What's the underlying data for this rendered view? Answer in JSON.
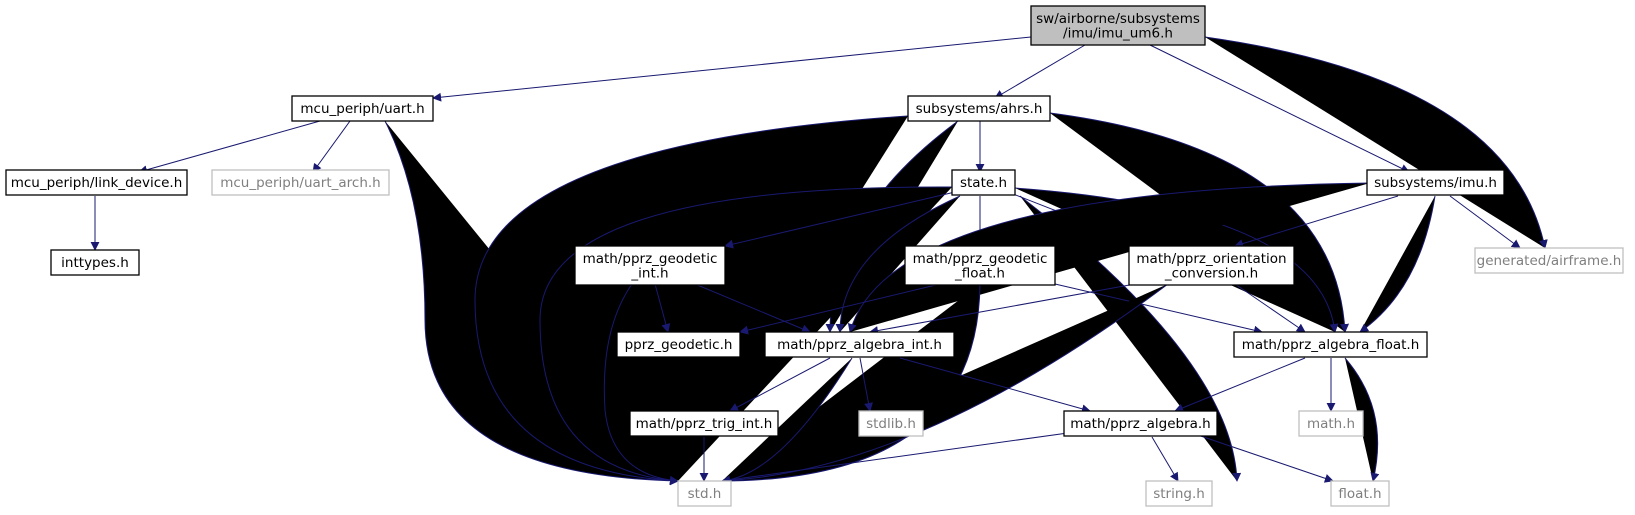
{
  "diagram": {
    "colors": {
      "edge": "#191970",
      "root_fill": "#bfbfbf",
      "node_border": "#000000",
      "external_border": "#bfbfbf",
      "external_text": "#7f7f7f",
      "text": "#000000"
    },
    "nodes": [
      {
        "id": "imu_um6",
        "label_lines": [
          "sw/airborne/subsystems",
          "/imu/imu_um6.h"
        ],
        "style": "root"
      },
      {
        "id": "uart",
        "label_lines": [
          "mcu_periph/uart.h"
        ],
        "style": "normal"
      },
      {
        "id": "ahrs",
        "label_lines": [
          "subsystems/ahrs.h"
        ],
        "style": "normal"
      },
      {
        "id": "imu",
        "label_lines": [
          "subsystems/imu.h"
        ],
        "style": "normal"
      },
      {
        "id": "airframe",
        "label_lines": [
          "generated/airframe.h"
        ],
        "style": "external"
      },
      {
        "id": "link_device",
        "label_lines": [
          "mcu_periph/link_device.h"
        ],
        "style": "normal"
      },
      {
        "id": "uart_arch",
        "label_lines": [
          "mcu_periph/uart_arch.h"
        ],
        "style": "external"
      },
      {
        "id": "inttypes",
        "label_lines": [
          "inttypes.h"
        ],
        "style": "normal"
      },
      {
        "id": "state",
        "label_lines": [
          "state.h"
        ],
        "style": "normal"
      },
      {
        "id": "geodetic_int",
        "label_lines": [
          "math/pprz_geodetic",
          "_int.h"
        ],
        "style": "normal"
      },
      {
        "id": "geodetic_float",
        "label_lines": [
          "math/pprz_geodetic",
          "_float.h"
        ],
        "style": "normal"
      },
      {
        "id": "orientation",
        "label_lines": [
          "math/pprz_orientation",
          "_conversion.h"
        ],
        "style": "normal"
      },
      {
        "id": "pprz_geodetic",
        "label_lines": [
          "pprz_geodetic.h"
        ],
        "style": "normal"
      },
      {
        "id": "algebra_int",
        "label_lines": [
          "math/pprz_algebra_int.h"
        ],
        "style": "normal"
      },
      {
        "id": "algebra_float",
        "label_lines": [
          "math/pprz_algebra_float.h"
        ],
        "style": "normal"
      },
      {
        "id": "trig_int",
        "label_lines": [
          "math/pprz_trig_int.h"
        ],
        "style": "normal"
      },
      {
        "id": "stdlib",
        "label_lines": [
          "stdlib.h"
        ],
        "style": "external"
      },
      {
        "id": "algebra",
        "label_lines": [
          "math/pprz_algebra.h"
        ],
        "style": "normal"
      },
      {
        "id": "math",
        "label_lines": [
          "math.h"
        ],
        "style": "external"
      },
      {
        "id": "std",
        "label_lines": [
          "std.h"
        ],
        "style": "external"
      },
      {
        "id": "string",
        "label_lines": [
          "string.h"
        ],
        "style": "external"
      },
      {
        "id": "float",
        "label_lines": [
          "float.h"
        ],
        "style": "external"
      }
    ],
    "edges": [
      {
        "from": "imu_um6",
        "to": "uart"
      },
      {
        "from": "imu_um6",
        "to": "ahrs"
      },
      {
        "from": "imu_um6",
        "to": "imu"
      },
      {
        "from": "imu_um6",
        "to": "airframe"
      },
      {
        "from": "uart",
        "to": "link_device"
      },
      {
        "from": "uart",
        "to": "uart_arch"
      },
      {
        "from": "uart",
        "to": "std"
      },
      {
        "from": "link_device",
        "to": "inttypes"
      },
      {
        "from": "ahrs",
        "to": "std"
      },
      {
        "from": "ahrs",
        "to": "algebra_int"
      },
      {
        "from": "ahrs",
        "to": "state"
      },
      {
        "from": "ahrs",
        "to": "algebra_float"
      },
      {
        "from": "state",
        "to": "std"
      },
      {
        "from": "state",
        "to": "geodetic_int"
      },
      {
        "from": "state",
        "to": "algebra_int"
      },
      {
        "from": "state",
        "to": "geodetic_float"
      },
      {
        "from": "state",
        "to": "orientation"
      },
      {
        "from": "state",
        "to": "string"
      },
      {
        "from": "state",
        "to": "algebra_float"
      },
      {
        "from": "imu",
        "to": "algebra_int"
      },
      {
        "from": "imu",
        "to": "orientation"
      },
      {
        "from": "imu",
        "to": "algebra_float"
      },
      {
        "from": "imu",
        "to": "airframe"
      },
      {
        "from": "geodetic_int",
        "to": "pprz_geodetic"
      },
      {
        "from": "geodetic_int",
        "to": "algebra_int"
      },
      {
        "from": "geodetic_int",
        "to": "std"
      },
      {
        "from": "geodetic_float",
        "to": "pprz_geodetic"
      },
      {
        "from": "geodetic_float",
        "to": "algebra_float"
      },
      {
        "from": "geodetic_float",
        "to": "std"
      },
      {
        "from": "orientation",
        "to": "algebra_int"
      },
      {
        "from": "orientation",
        "to": "algebra_float"
      },
      {
        "from": "orientation",
        "to": "std"
      },
      {
        "from": "algebra_int",
        "to": "trig_int"
      },
      {
        "from": "algebra_int",
        "to": "stdlib"
      },
      {
        "from": "algebra_int",
        "to": "algebra"
      },
      {
        "from": "algebra_int",
        "to": "std"
      },
      {
        "from": "trig_int",
        "to": "std"
      },
      {
        "from": "algebra_float",
        "to": "algebra"
      },
      {
        "from": "algebra_float",
        "to": "math"
      },
      {
        "from": "algebra_float",
        "to": "float"
      },
      {
        "from": "algebra",
        "to": "std"
      },
      {
        "from": "algebra",
        "to": "string"
      },
      {
        "from": "algebra",
        "to": "float"
      }
    ]
  }
}
